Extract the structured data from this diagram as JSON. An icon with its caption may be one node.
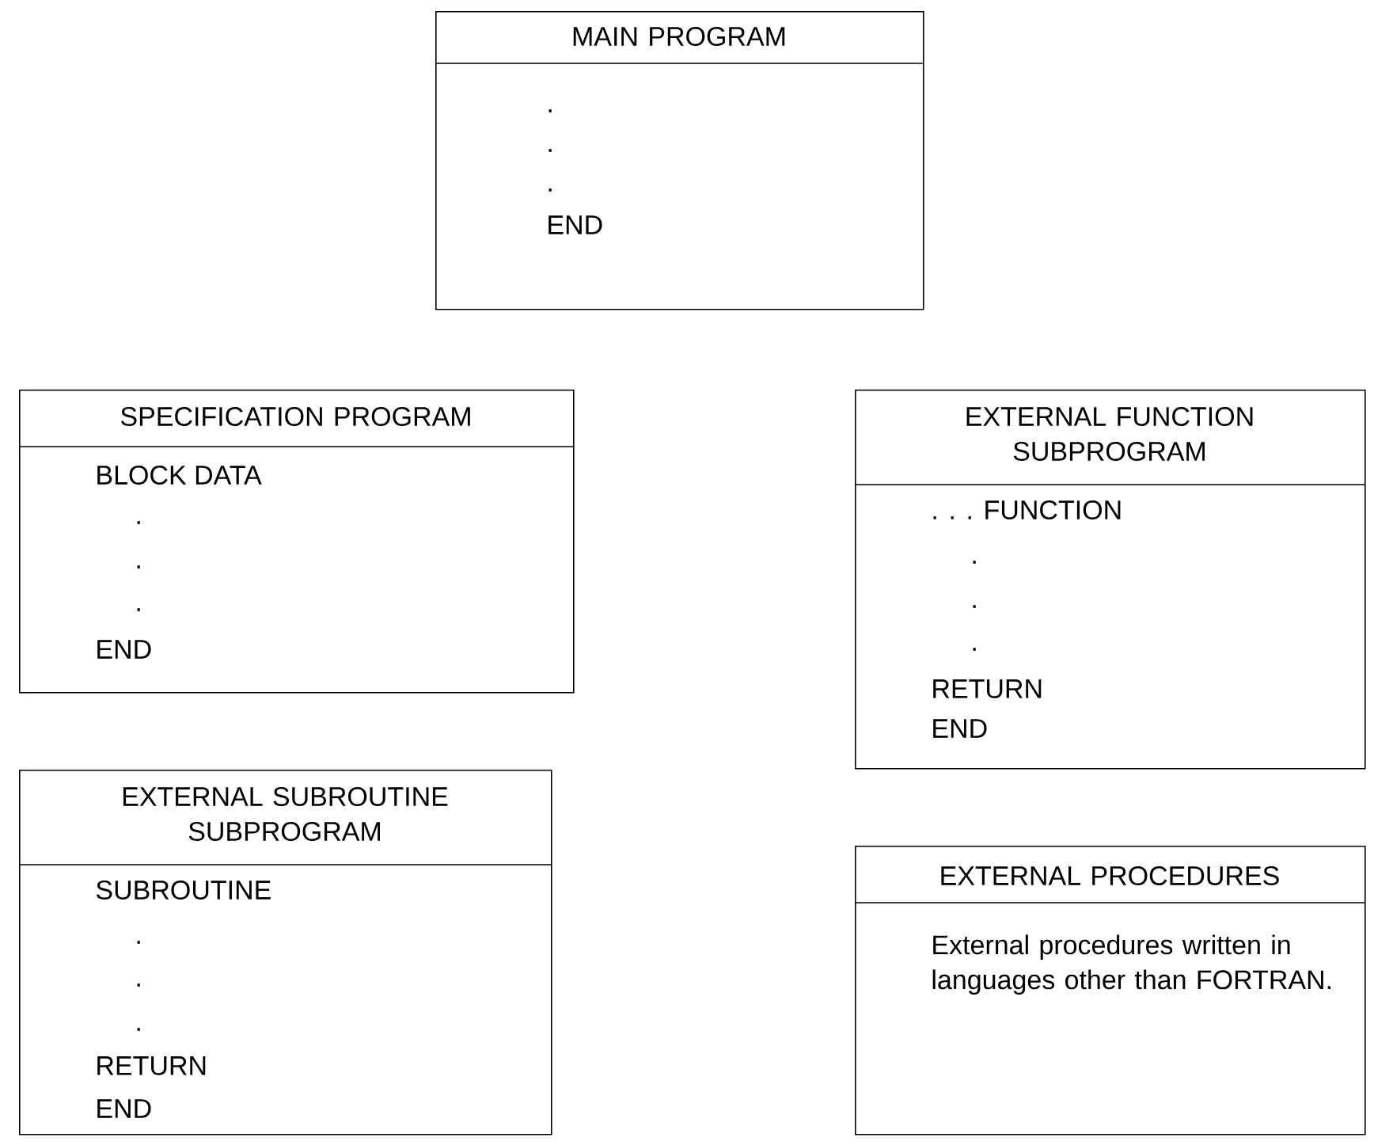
{
  "diagram": {
    "nodes": [
      {
        "text": [
          "MAIN PROGRAM",
          ".",
          ".",
          ".",
          "END"
        ]
      },
      {
        "text": [
          "SPECIFICATION PROGRAM",
          "BLOCK DATA",
          ".",
          ".",
          ".",
          "END"
        ]
      },
      {
        "text": [
          "EXTERNAL FUNCTION SUBPROGRAM",
          ". . . FUNCTION",
          ".",
          ".",
          ".",
          "RETURN",
          "END"
        ]
      },
      {
        "text": [
          "EXTERNAL SUBROUTINE SUBPROGRAM",
          "SUBROUTINE",
          ".",
          ".",
          ".",
          "RETURN",
          "END"
        ]
      },
      {
        "text": [
          "EXTERNAL PROCEDURES",
          "External procedures written in languages other than FORTRAN."
        ]
      }
    ]
  }
}
